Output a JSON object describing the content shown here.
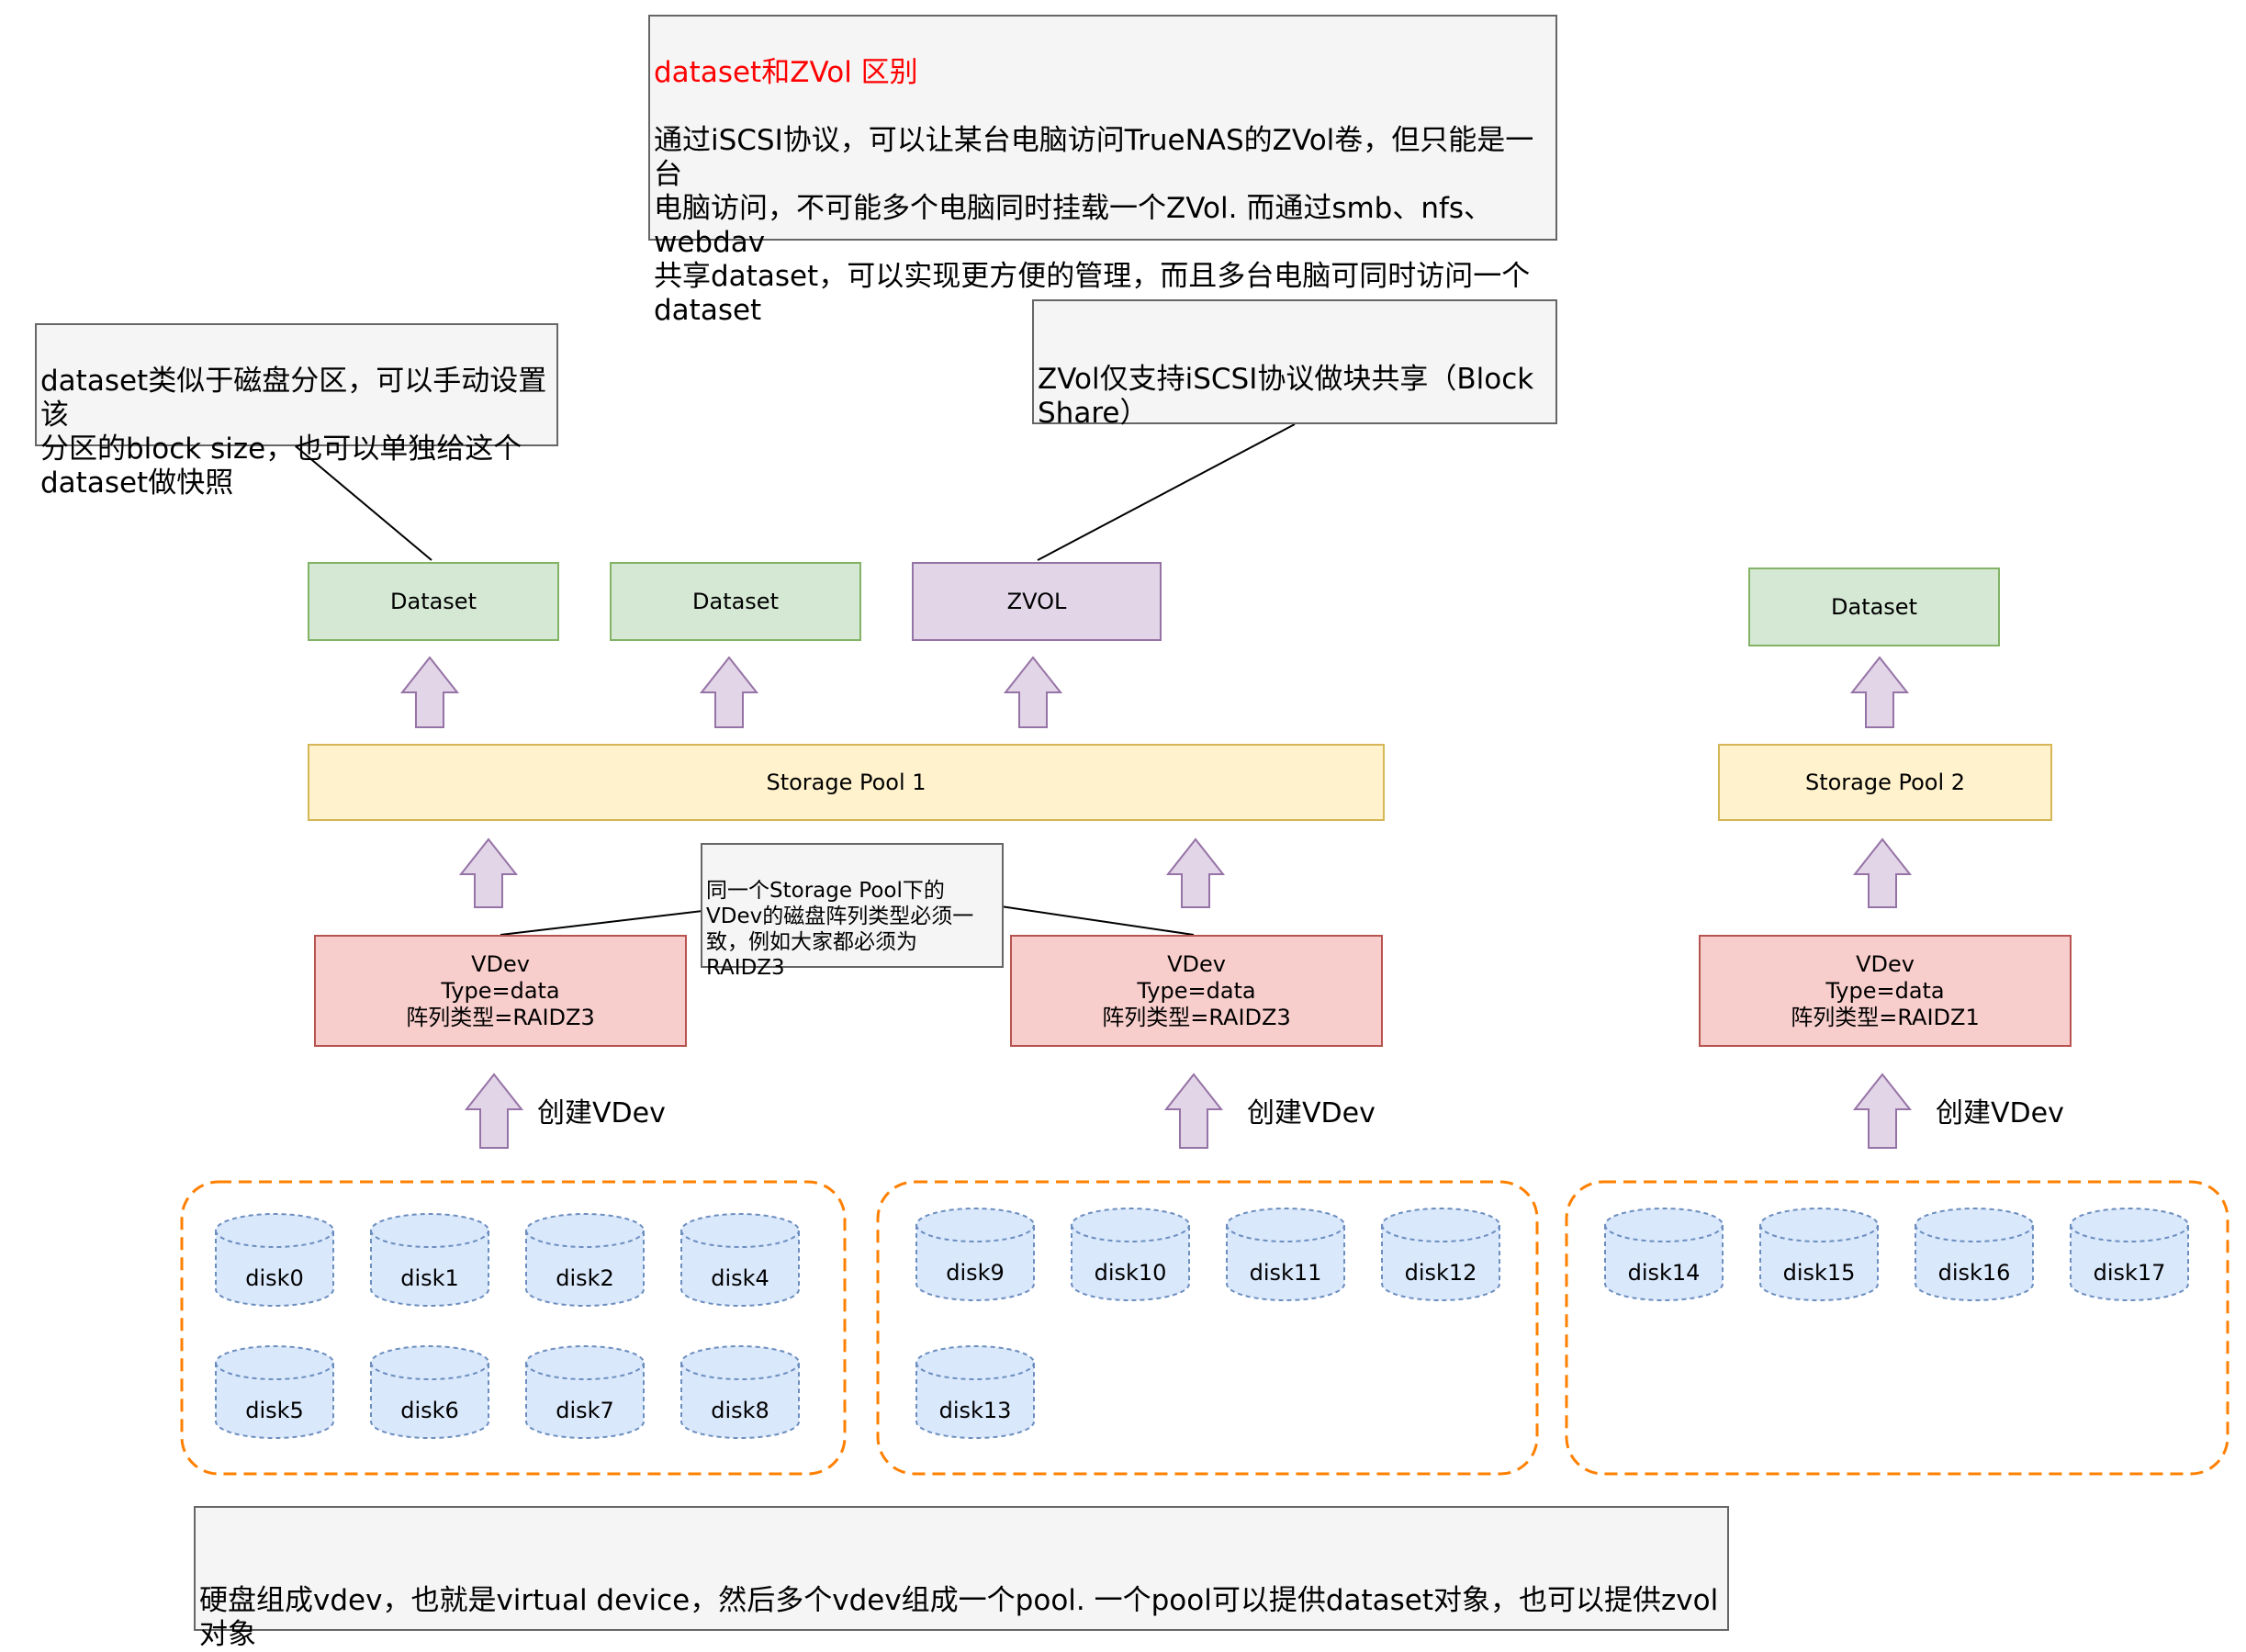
{
  "notes": {
    "top": {
      "title": "dataset和ZVol 区别",
      "body": "通过iSCSI协议，可以让某台电脑访问TrueNAS的ZVol卷，但只能是一台\n电脑访问，不可能多个电脑同时挂载一个ZVol. 而通过smb、nfs、webdav\n共享dataset，可以实现更方便的管理，而且多台电脑可同时访问一个\ndataset"
    },
    "dataset": "dataset类似于磁盘分区，可以手动设置该\n分区的block size，也可以单独给这个\ndataset做快照",
    "zvol": "ZVol仅支持iSCSI协议做块共享（Block\nShare）",
    "pool_rule": "同一个Storage Pool下的\nVDev的磁盘阵列类型必须一\n致，例如大家都必须为\nRAIDZ3",
    "bottom": "硬盘组成vdev，也就是virtual device，然后多个vdev组成一个pool. 一个pool可以提供dataset对象，也可以提供zvol对象"
  },
  "objects": {
    "dataset_1": "Dataset",
    "dataset_2": "Dataset",
    "zvol": "ZVOL",
    "dataset_3": "Dataset"
  },
  "pools": {
    "pool_1": "Storage Pool  1",
    "pool_2": "Storage Pool  2"
  },
  "vdevs": {
    "vdev_1": "VDev\nType=data\n阵列类型=RAIDZ3",
    "vdev_2": "VDev\nType=data\n阵列类型=RAIDZ3",
    "vdev_3": "VDev\nType=data\n阵列类型=RAIDZ1"
  },
  "create_labels": {
    "label_1": "创建VDev",
    "label_2": "创建VDev",
    "label_3": "创建VDev"
  },
  "disk_groups": {
    "group_1": [
      "disk0",
      "disk1",
      "disk2",
      "disk4",
      "disk5",
      "disk6",
      "disk7",
      "disk8"
    ],
    "group_2": [
      "disk9",
      "disk10",
      "disk11",
      "disk12",
      "disk13"
    ],
    "group_3": [
      "disk14",
      "disk15",
      "disk16",
      "disk17"
    ]
  },
  "colors": {
    "dataset_fill": "#d5e8d4",
    "dataset_stroke": "#82b366",
    "zvol_fill": "#e1d5e7",
    "zvol_stroke": "#9673a6",
    "pool_fill": "#fff2cc",
    "pool_stroke": "#d6b656",
    "vdev_fill": "#f8cecc",
    "vdev_stroke": "#b85450",
    "note_fill": "#f5f5f5",
    "note_stroke": "#666666",
    "disk_fill": "#dae8fc",
    "disk_stroke": "#6c8ebf",
    "group_stroke": "#ff8000",
    "title_red": "#ff0000"
  }
}
